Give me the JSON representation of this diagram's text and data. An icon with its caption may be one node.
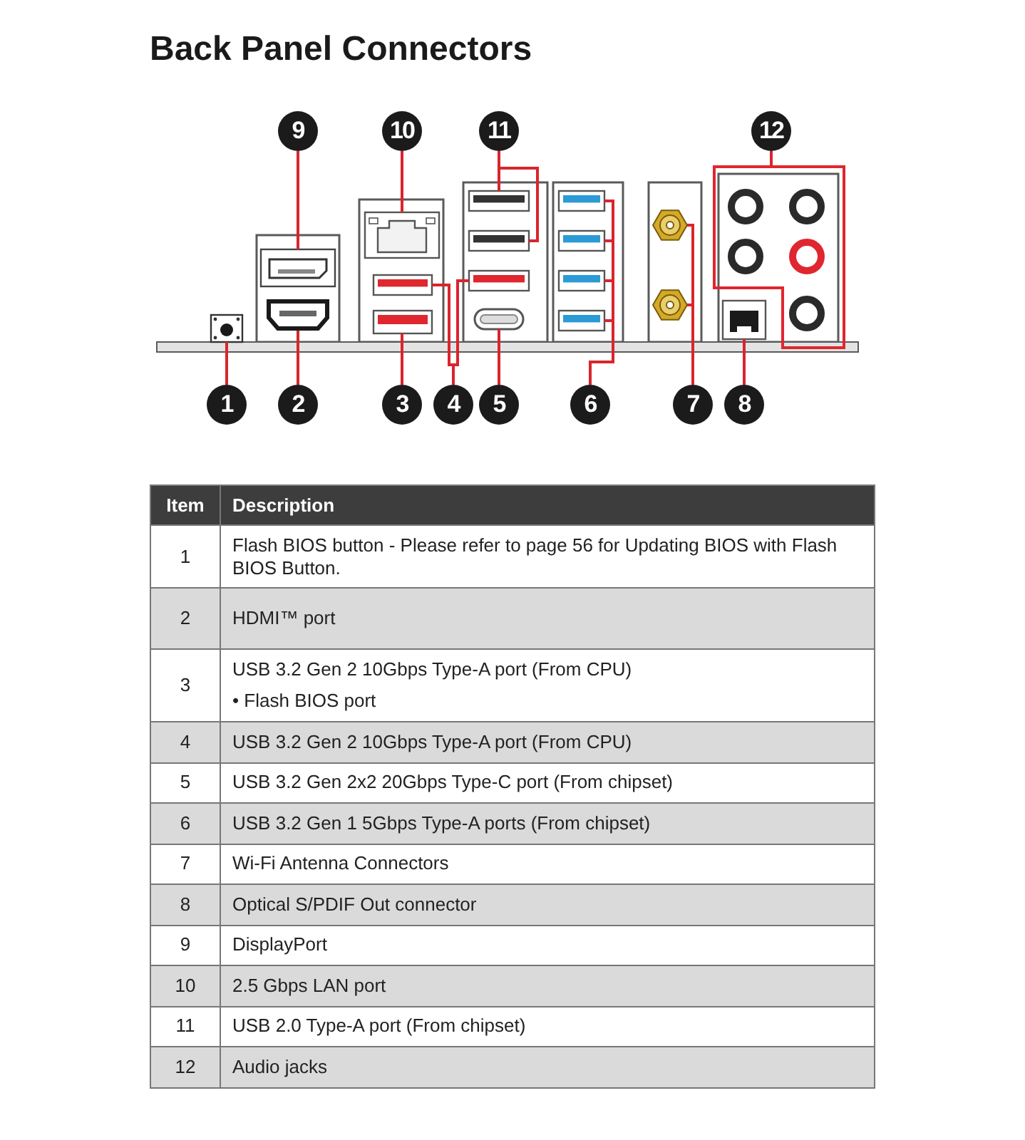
{
  "diagram": {
    "title": "Back Panel Connectors",
    "nodes": [
      {
        "text": [
          "9"
        ]
      },
      {
        "text": [
          "10"
        ]
      },
      {
        "text": [
          "11"
        ]
      },
      {
        "text": [
          "12"
        ]
      },
      {
        "text": [],
        "shape": "picture"
      },
      {
        "text": [],
        "shape": "picture"
      },
      {
        "text": [],
        "shape": "picture"
      },
      {
        "text": [],
        "shape": "picture"
      },
      {
        "text": [],
        "shape": "picture"
      },
      {
        "text": [],
        "shape": "picture"
      },
      {
        "text": [],
        "shape": "picture"
      },
      {
        "text": [],
        "shape": "picture"
      },
      {
        "text": [],
        "shape": "picture"
      },
      {
        "text": [],
        "shape": "picture"
      },
      {
        "text": [],
        "shape": "picture"
      },
      {
        "text": [],
        "shape": "picture"
      },
      {
        "text": [],
        "shape": "picture"
      },
      {
        "text": [],
        "shape": "picture"
      },
      {
        "text": [],
        "shape": "picture"
      },
      {
        "text": [],
        "shape": "picture"
      },
      {
        "text": [],
        "shape": "picture"
      },
      {
        "text": [],
        "shape": "picture"
      },
      {
        "text": [
          "1"
        ]
      },
      {
        "text": [
          "2"
        ]
      },
      {
        "text": [
          "3"
        ]
      },
      {
        "text": [
          "4"
        ]
      },
      {
        "text": [
          "5"
        ]
      },
      {
        "text": [
          "6"
        ]
      },
      {
        "text": [
          "7"
        ]
      },
      {
        "text": [
          "8"
        ]
      }
    ],
    "edges": [
      {
        "from": 0,
        "to": 4,
        "arrow": "none"
      },
      {
        "from": 1,
        "to": 5,
        "arrow": "none"
      },
      {
        "from": 2,
        "to": 6,
        "arrow": "none"
      },
      {
        "from": 2,
        "to": 7,
        "arrow": "none"
      },
      {
        "from": 3,
        "to": 8,
        "arrow": "none"
      },
      {
        "from": 22,
        "to": 21,
        "arrow": "none"
      },
      {
        "from": 23,
        "to": 17,
        "arrow": "none"
      },
      {
        "from": 24,
        "to": 18,
        "arrow": "none"
      },
      {
        "from": 25,
        "to": 15,
        "arrow": "none"
      },
      {
        "from": 25,
        "to": 16,
        "arrow": "none"
      },
      {
        "from": 26,
        "to": 19,
        "arrow": "none"
      },
      {
        "from": 27,
        "to": 9,
        "arrow": "none"
      },
      {
        "from": 27,
        "to": 10,
        "arrow": "none"
      },
      {
        "from": 27,
        "to": 11,
        "arrow": "none"
      },
      {
        "from": 27,
        "to": 12,
        "arrow": "none"
      },
      {
        "from": 28,
        "to": 13,
        "arrow": "none"
      },
      {
        "from": 28,
        "to": 14,
        "arrow": "none"
      },
      {
        "from": 29,
        "to": 20,
        "arrow": "none"
      }
    ],
    "labels": [
      "Item",
      "Description",
      "1",
      "Flash BIOS button - Please refer to page 56 for Updating BIOS with Flash BIOS Button.",
      "2",
      "HDMI™ port",
      "3",
      "USB 3.2 Gen 2 10Gbps Type-A port (From CPU)",
      "• Flash BIOS port",
      "4",
      "USB 3.2 Gen 2 10Gbps Type-A port (From CPU)",
      "5",
      "USB 3.2 Gen 2x2 20Gbps Type-C port (From chipset)",
      "6",
      "USB 3.2 Gen 1 5Gbps Type-A ports (From chipset)",
      "7",
      "Wi-Fi Antenna Connectors",
      "8",
      "Optical S/PDIF Out connector",
      "9",
      "DisplayPort",
      "10",
      "2.5 Gbps LAN port",
      "11",
      "USB 2.0 Type-A port (From chipset)",
      "12",
      "Audio jacks"
    ]
  }
}
